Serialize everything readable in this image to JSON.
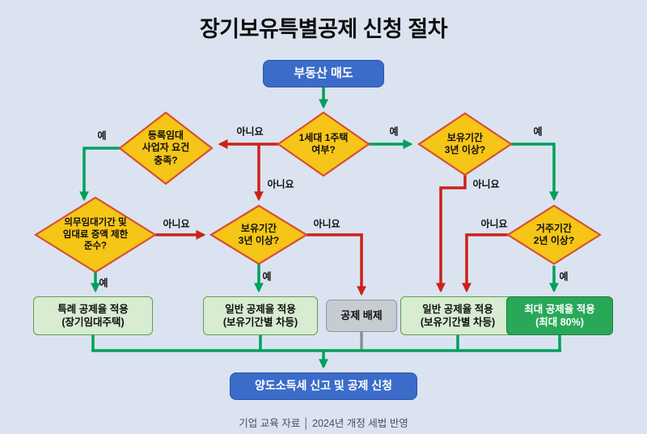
{
  "title": "장기보유특별공제 신청 절차",
  "footer": "기업 교육 자료 │ 2024년 개정 세법 반영",
  "labels": {
    "yes": "예",
    "no": "아니요"
  },
  "colors": {
    "background": "#dbe3f1",
    "yes_green": "#00a05c",
    "no_red": "#cb2218",
    "neutral_gray": "#8a9099",
    "diamond_fill": "#f5c517",
    "diamond_border": "#d8502e",
    "blue_box": "#3b6cc9",
    "light_green_box": "#d7ecd1",
    "dark_green_box": "#29a857",
    "gray_box": "#c7ccd3"
  },
  "nodes": {
    "start": "부동산 매도",
    "q_house": "1세대 1주택\n여부?",
    "q_rental_reg": "등록임대\n사업자 요건\n충족?",
    "q_holding_right": "보유기간\n3년 이상?",
    "q_rental_duty": "의무임대기간 및\n임대료 증액 제한\n준수?",
    "q_holding_center": "보유기간\n3년 이상?",
    "q_residence": "거주기간\n2년 이상?",
    "r_special": "특례 공제율 적용\n(장기임대주택)",
    "r_general1": "일반 공제율 적용\n(보유기간별 차등)",
    "r_excluded": "공제 배제",
    "r_general2": "일반 공제율 적용\n(보유기간별 차등)",
    "r_max": "최대 공제율 적용\n(최대 80%)",
    "end": "양도소득세 신고 및 공제 신청"
  }
}
